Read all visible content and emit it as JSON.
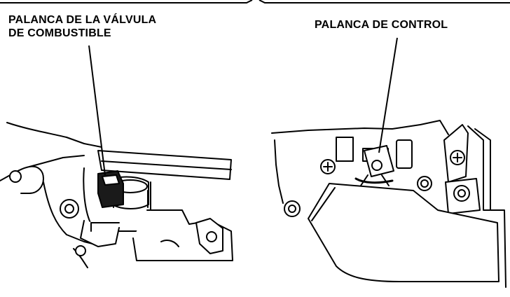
{
  "labels": {
    "fuel_valve_lever": {
      "line1": "PALANCA DE LA VÁLVULA",
      "line2": "DE COMBUSTIBLE"
    },
    "control_lever": "PALANCA DE CONTROL"
  },
  "figures": [
    {
      "name": "fuel-valve-illustration"
    },
    {
      "name": "control-lever-illustration"
    }
  ],
  "colors": {
    "line": "#000000",
    "background": "#ffffff",
    "dark_part": "#1a1a1a"
  }
}
